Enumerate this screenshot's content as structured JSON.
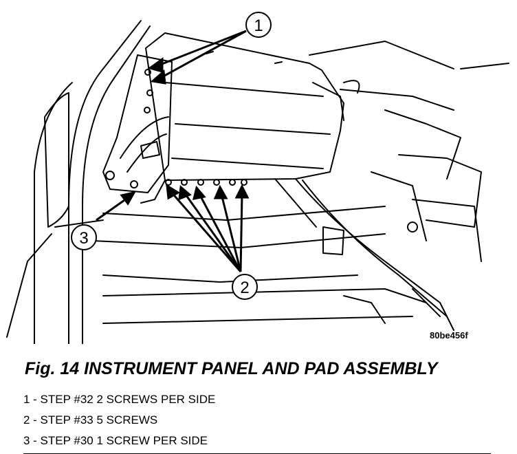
{
  "figure": {
    "code": "80be456f",
    "caption": "Fig. 14 INSTRUMENT PANEL AND PAD ASSEMBLY",
    "callouts": [
      "1",
      "2",
      "3"
    ],
    "legend": [
      "1 - STEP #32 2 SCREWS PER SIDE",
      "2 - STEP #33 5 SCREWS",
      "3 - STEP #30 1 SCREW PER SIDE"
    ]
  }
}
